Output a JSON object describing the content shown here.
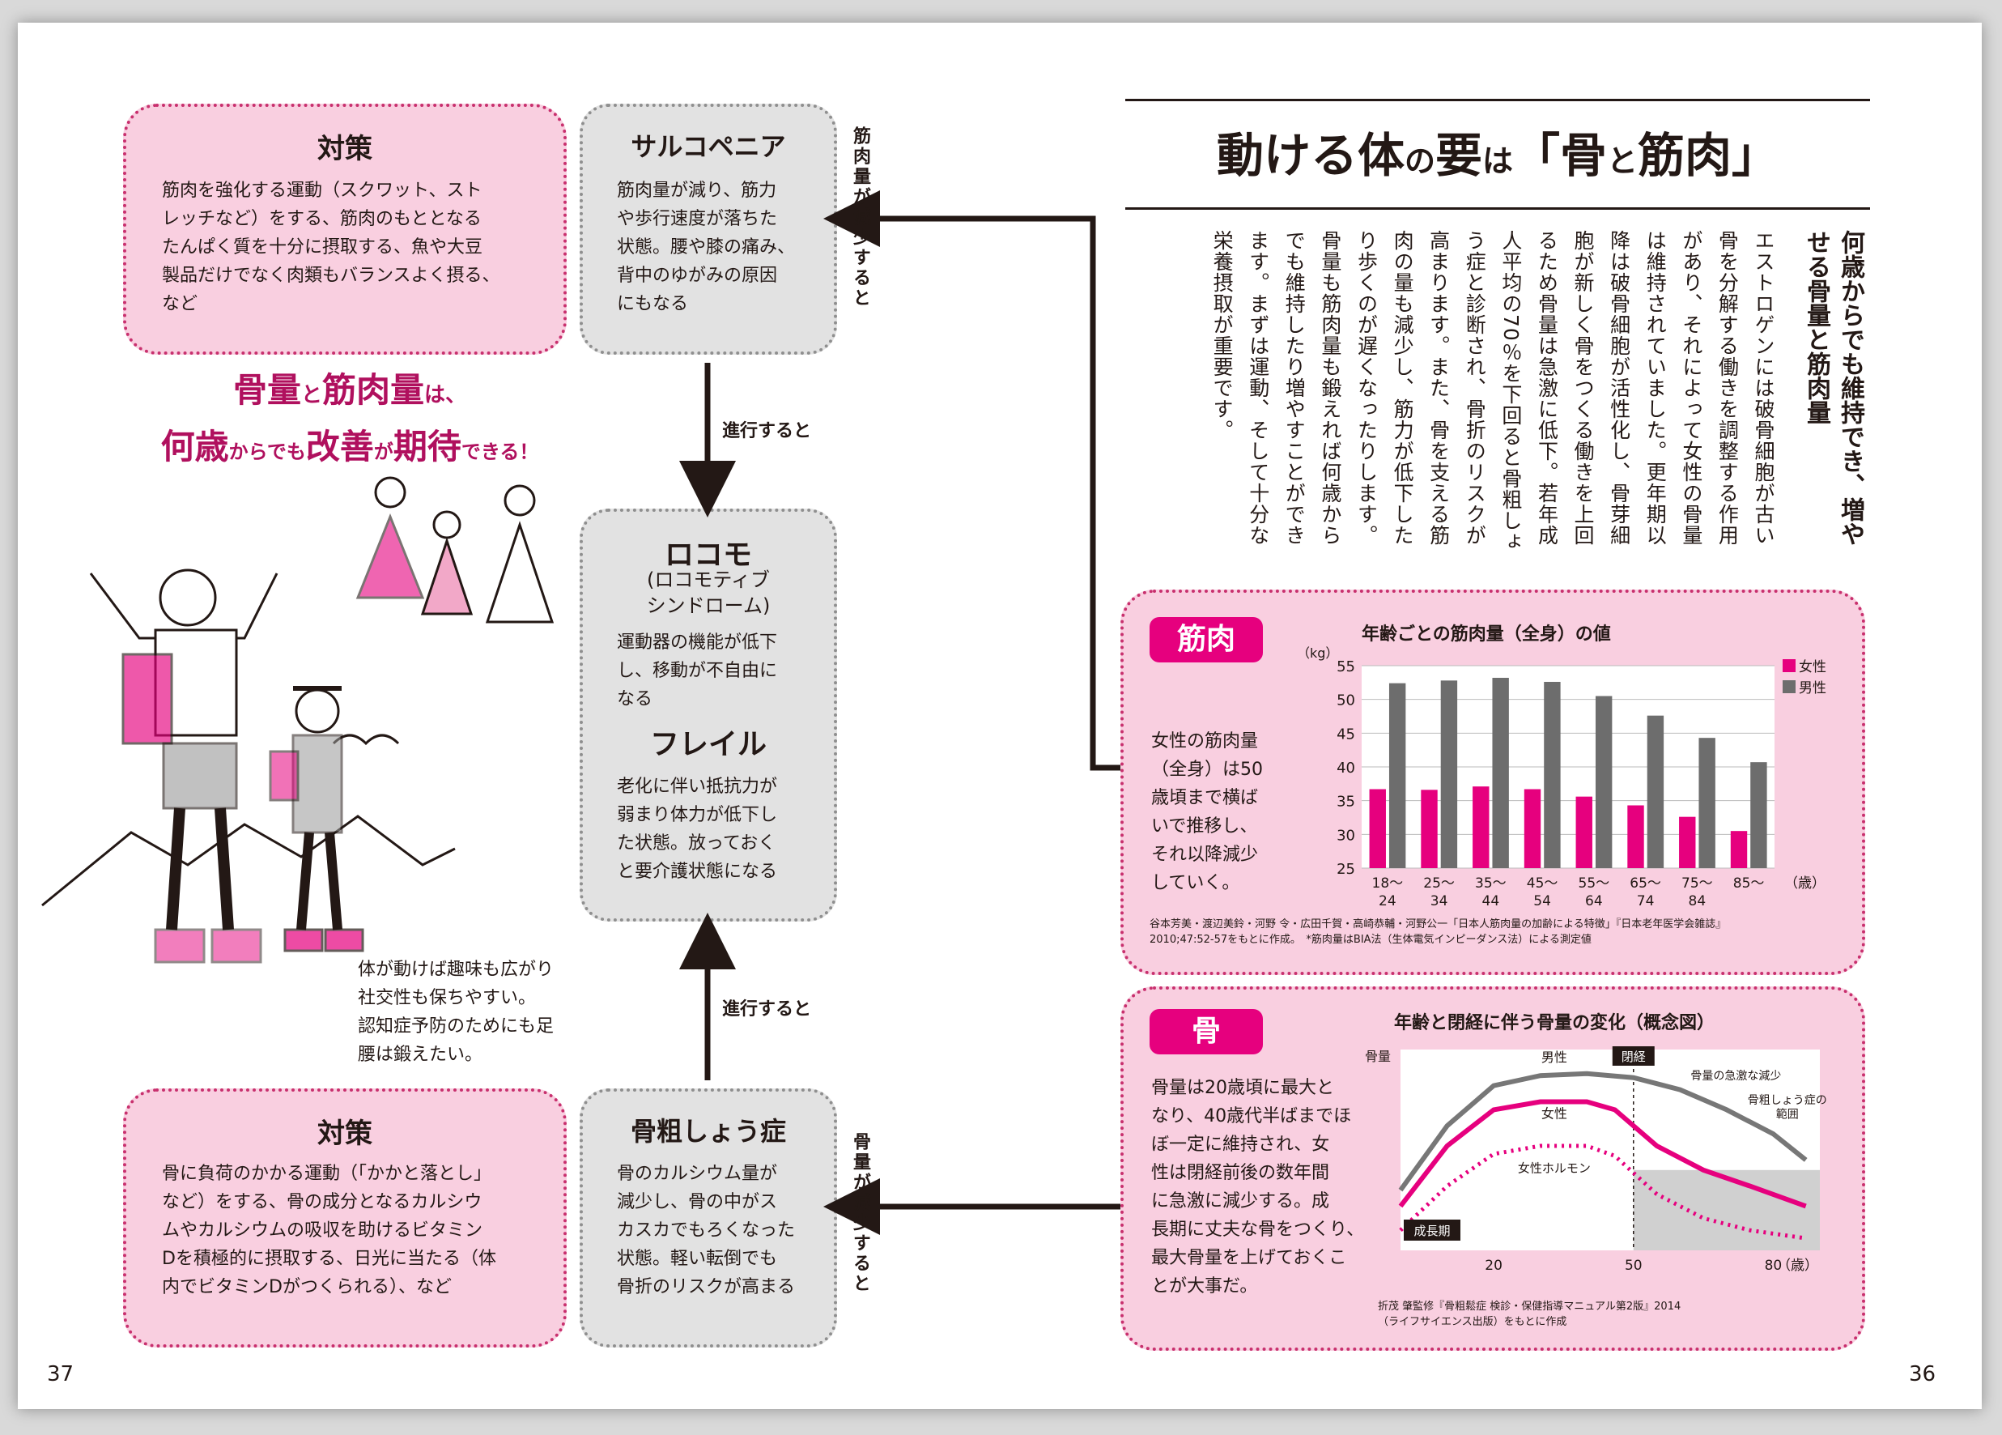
{
  "page_numbers": {
    "left": "37",
    "right": "36"
  },
  "title": {
    "prefix_a": "動ける体",
    "p1": "の",
    "mid_a": "要",
    "p2": "は",
    "bracket": "「骨",
    "p3": "と",
    "end": "筋肉」"
  },
  "lead": "何歳からでも維持でき、増やせる骨量と筋肉量",
  "body_text": "エストロゲンには破骨細胞が古い骨を分解する働きを調整する作用があり、それによって女性の骨量は維持されていました。更年期以降は破骨細胞が活性化し、骨芽細胞が新しく骨をつくる働きを上回るため骨量は急激に低下。若年成人平均の70％を下回ると骨粗しょう症と診断され、骨折のリスクが高まります。また、骨を支える筋肉の量も減少し、筋力が低下したり歩くのが遅くなったりします。骨量も筋肉量も鍛えれば何歳からでも維持したり増やすことができます。まずは運動、そして十分な栄養摂取が重要です。",
  "taisaku_top": {
    "title": "対策",
    "lines": [
      "筋肉を強化する運動（スクワット、スト",
      "レッチなど）をする、筋肉のもととなる",
      "たんぱく質を十分に摂取する、魚や大豆",
      "製品だけでなく肉類もバランスよく摂る、",
      "など"
    ]
  },
  "taisaku_bottom": {
    "title": "対策",
    "lines": [
      "骨に負荷のかかる運動（「かかと落とし」",
      "など）をする、骨の成分となるカルシウ",
      "ムやカルシウムの吸収を助けるビタミン",
      "Dを積極的に摂取する、日光に当たる（体",
      "内でビタミンDがつくられる）、など"
    ]
  },
  "sarcopenia": {
    "title": "サルコペニア",
    "lines": [
      "筋肉量が減り、筋力",
      "や歩行速度が落ちた",
      "状態。腰や膝の痛み、",
      "背中のゆがみの原因",
      "にもなる"
    ]
  },
  "locomo": {
    "title": "ロコモ",
    "sub1": "(ロコモティブ",
    "sub2": "シンドローム)",
    "lines": [
      "運動器の機能が低下",
      "し、移動が不自由に",
      "なる"
    ]
  },
  "frail": {
    "title": "フレイル",
    "lines": [
      "老化に伴い抵抗力が",
      "弱まり体力が低下し",
      "た状態。放っておく",
      "と要介護状態になる"
    ]
  },
  "osteo": {
    "title": "骨粗しょう症",
    "lines": [
      "骨のカルシウム量が",
      "減少し、骨の中がス",
      "カスカでもろくなった",
      "状態。軽い転倒でも",
      "骨折のリスクが高まる"
    ]
  },
  "arrows": {
    "progress1": "進行すると",
    "progress2": "進行すると",
    "muscle_down": "筋肉量が減少すると",
    "bone_down": "骨量が減少すると"
  },
  "slogan": {
    "a1": "骨量",
    "a2": "と",
    "a3": "筋肉量",
    "a4": "は、",
    "b1": "何歳",
    "b2": "からでも",
    "b3": "改善",
    "b4": "が",
    "b5": "期待",
    "b6": "できる！"
  },
  "illustration_caption": [
    "体が動けば趣味も広がり",
    "社交性も保ちやすい。",
    "認知症予防のためにも足",
    "腰は鍛えたい。"
  ],
  "muscle_panel": {
    "tag": "筋肉",
    "side_text": [
      "女性の筋肉量",
      "（全身）は50",
      "歳頃まで横ば",
      "いで推移し、",
      "それ以降減少",
      "していく。"
    ],
    "source": [
      "谷本芳美・渡辺美鈴・河野 令・広田千賀・高崎恭輔・河野公一「日本人筋肉量の加齢による特徴」『日本老年医学会雑誌』",
      "2010;47:52-57をもとに作成。　*筋肉量はBIA法（生体電気インピーダンス法）による測定値"
    ]
  },
  "bone_panel": {
    "tag": "骨",
    "side_text": [
      "骨量は20歳頃に最大と",
      "なり、40歳代半ばまでほ",
      "ぼ一定に維持され、女",
      "性は閉経前後の数年間",
      "に急激に減少する。成",
      "長期に丈夫な骨をつくり、",
      "最大骨量を上げておくこ",
      "とが大事だ。"
    ],
    "source": [
      "折茂 肇監修『骨粗鬆症 検診・保健指導マニュアル第2版』2014",
      "（ライフサイエンス出版）をもとに作成"
    ]
  },
  "chart_data": [
    {
      "type": "bar",
      "title": "年齢ごとの筋肉量（全身）の値",
      "ylabel": "（kg）",
      "xlabel": "（歳）",
      "categories": [
        "18〜24",
        "25〜34",
        "35〜44",
        "45〜54",
        "55〜64",
        "65〜74",
        "75〜84",
        "85〜"
      ],
      "series": [
        {
          "name": "女性",
          "color": "#e6007e",
          "values": [
            36.7,
            36.6,
            37.1,
            36.7,
            35.6,
            34.3,
            32.6,
            30.5
          ]
        },
        {
          "name": "男性",
          "color": "#6d6d6d",
          "values": [
            52.4,
            52.8,
            53.2,
            52.6,
            50.5,
            47.6,
            44.3,
            40.7
          ]
        }
      ],
      "yticks": [
        25,
        30,
        35,
        40,
        45,
        50,
        55
      ],
      "ylim": [
        25,
        55
      ],
      "legend": "top-right"
    },
    {
      "type": "line",
      "title": "年齢と閉経に伴う骨量の変化（概念図）",
      "ylabel": "骨量",
      "xlabel": "（歳）",
      "xticks": [
        20,
        50,
        80
      ],
      "xlim": [
        0,
        90
      ],
      "ylim": [
        0,
        100
      ],
      "series": [
        {
          "name": "男性",
          "color": "#777777",
          "x": [
            0,
            10,
            20,
            30,
            40,
            50,
            60,
            70,
            80,
            87
          ],
          "y": [
            30,
            62,
            82,
            87,
            88,
            86,
            80,
            70,
            58,
            45
          ]
        },
        {
          "name": "女性",
          "color": "#e6007e",
          "x": [
            0,
            10,
            20,
            30,
            40,
            46,
            55,
            65,
            75,
            87
          ],
          "y": [
            22,
            52,
            70,
            74,
            74,
            70,
            52,
            40,
            32,
            22
          ]
        },
        {
          "name": "女性ホルモン",
          "color": "#e6007e",
          "style": "dotted",
          "x": [
            0,
            10,
            20,
            30,
            40,
            46,
            55,
            65,
            75,
            87
          ],
          "y": [
            10,
            32,
            48,
            52,
            52,
            47,
            28,
            16,
            10,
            6
          ]
        }
      ],
      "annotations": {
        "menopause": "閉経",
        "growth": "成長期",
        "rapid_drop": "骨量の急激な減少",
        "osteo_range_1": "骨粗しょう症の",
        "osteo_range_2": "範囲"
      }
    }
  ]
}
